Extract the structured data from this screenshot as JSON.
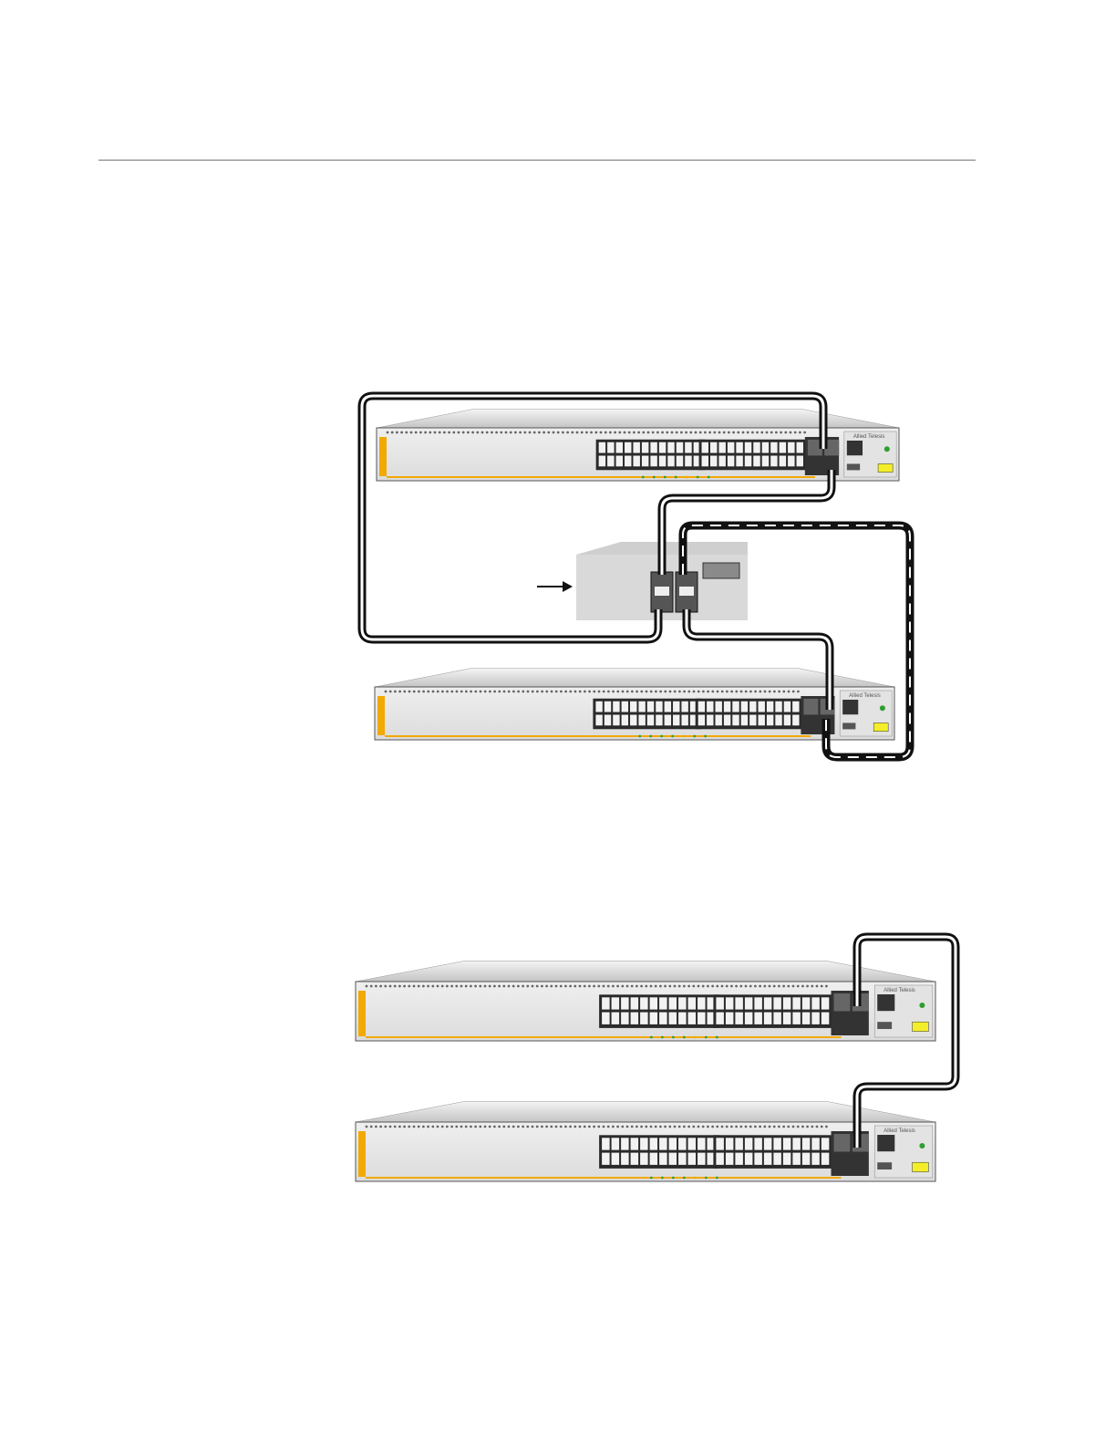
{
  "brand": {
    "logo_text": "Allied Telesis"
  },
  "colors": {
    "accent": "#f2a900",
    "chassis_front": "#e8e8e8",
    "chassis_top": "#cfcfcf",
    "port_block": "#2a2a2a",
    "cable": "#111111",
    "intermediate_device": "#d9d9d9"
  },
  "figures": [
    {
      "id": "figure-top",
      "switches": 2,
      "intermediate_devices": 1,
      "cables": [
        "solid",
        "solid",
        "dashed"
      ]
    },
    {
      "id": "figure-bottom",
      "switches": 2,
      "intermediate_devices": 0,
      "cables": [
        "solid"
      ]
    }
  ]
}
